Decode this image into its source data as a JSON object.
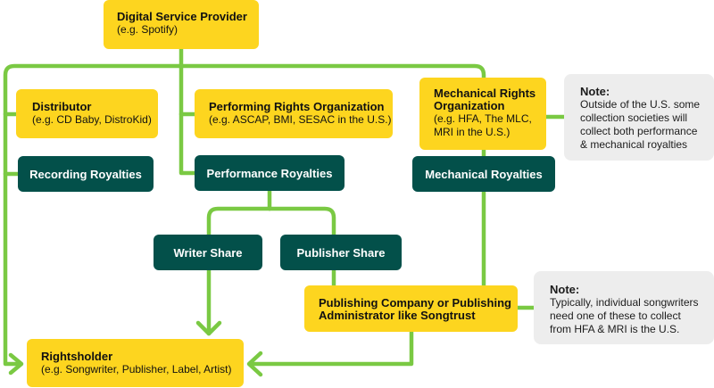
{
  "diagram": {
    "colors": {
      "connector": "#7ac943",
      "entity_box": "#fdd51f",
      "royalty_box": "#03504a",
      "note_box": "#ededed"
    },
    "nodes": {
      "dsp": {
        "title": "Digital Service Provider",
        "subtitle": "(e.g. Spotify)"
      },
      "distributor": {
        "title": "Distributor",
        "subtitle": "(e.g. CD Baby, DistroKid)"
      },
      "pro": {
        "title": "Performing Rights Organization",
        "subtitle": "(e.g. ASCAP, BMI, SESAC in the U.S.)"
      },
      "mro": {
        "title_line1": "Mechanical Rights",
        "title_line2": "Organization",
        "subtitle_line1": "(e.g. HFA, The MLC,",
        "subtitle_line2": "MRI in the U.S.)"
      },
      "recording_royalties": {
        "label": "Recording Royalties"
      },
      "performance_royalties": {
        "label": "Performance Royalties"
      },
      "mechanical_royalties": {
        "label": "Mechanical Royalties"
      },
      "writer_share": {
        "label": "Writer Share"
      },
      "publisher_share": {
        "label": "Publisher Share"
      },
      "publishing_company": {
        "title_line1": "Publishing Company or Publishing",
        "title_line2": "Administrator like Songtrust"
      },
      "rightsholder": {
        "title": "Rightsholder",
        "subtitle": "(e.g. Songwriter, Publisher, Label, Artist)"
      }
    },
    "notes": [
      {
        "title": "Note:",
        "lines": [
          "Outside of the U.S. some",
          "collection societies will",
          "collect both performance",
          "& mechanical royalties"
        ]
      },
      {
        "title": "Note:",
        "lines": [
          "Typically, individual songwriters",
          "need one of these to collect",
          "from HFA & MRI is the U.S."
        ]
      }
    ]
  }
}
